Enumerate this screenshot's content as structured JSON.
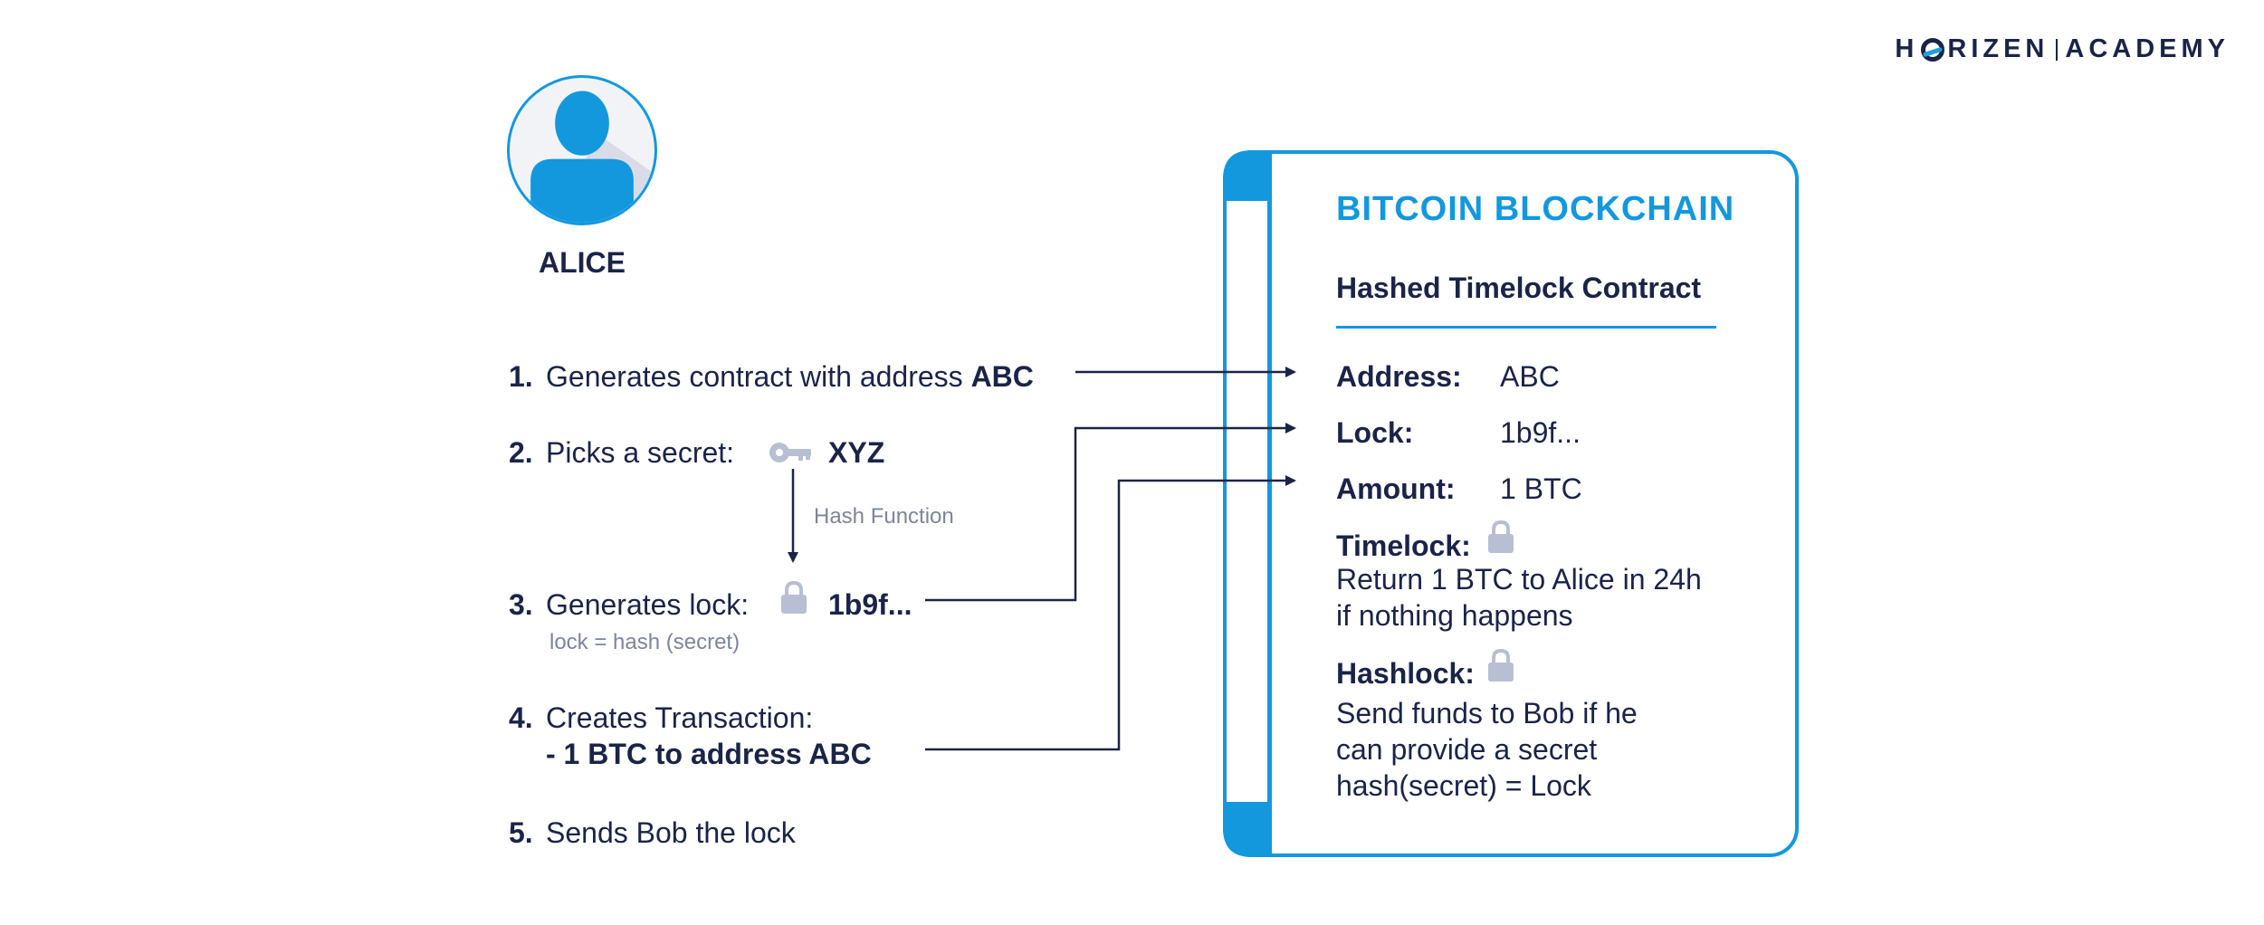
{
  "brand": {
    "left": "H",
    "o": "O",
    "right": "RIZEN",
    "academy": "ACADEMY"
  },
  "alice": {
    "name": "ALICE"
  },
  "steps": [
    {
      "num": "1.",
      "text": "Generates contract with address ",
      "bold": "ABC"
    },
    {
      "num": "2.",
      "text": "Picks a secret:",
      "value": "XYZ"
    },
    {
      "num": "3.",
      "text": "Generates lock:",
      "value": "1b9f...",
      "note": "lock = hash (secret)"
    },
    {
      "num": "4.",
      "text": "Creates Transaction:",
      "line2": "- 1 BTC to address ABC"
    },
    {
      "num": "5.",
      "text": "Sends Bob the lock"
    }
  ],
  "hash_function_label": "Hash Function",
  "blockchain": {
    "title": "BITCOIN BLOCKCHAIN",
    "subtitle": "Hashed Timelock Contract",
    "fields": [
      {
        "label": "Address:",
        "value": "ABC"
      },
      {
        "label": "Lock:",
        "value": "1b9f..."
      },
      {
        "label": "Amount:",
        "value": "1 BTC"
      }
    ],
    "timelock": {
      "label": "Timelock:",
      "line1": "Return 1 BTC to Alice in 24h",
      "line2": "if nothing happens"
    },
    "hashlock": {
      "label": "Hashlock:",
      "line1": "Send funds to Bob if he",
      "line2": "can provide a secret",
      "line3": "hash(secret) = Lock"
    }
  },
  "colors": {
    "accent": "#1398de",
    "navy": "#1b2447",
    "icon_grey": "#b9bfd2",
    "note_grey": "#7e859b"
  },
  "icons": {
    "key": "key-icon",
    "lock": "lock-icon",
    "avatar": "person-icon"
  }
}
